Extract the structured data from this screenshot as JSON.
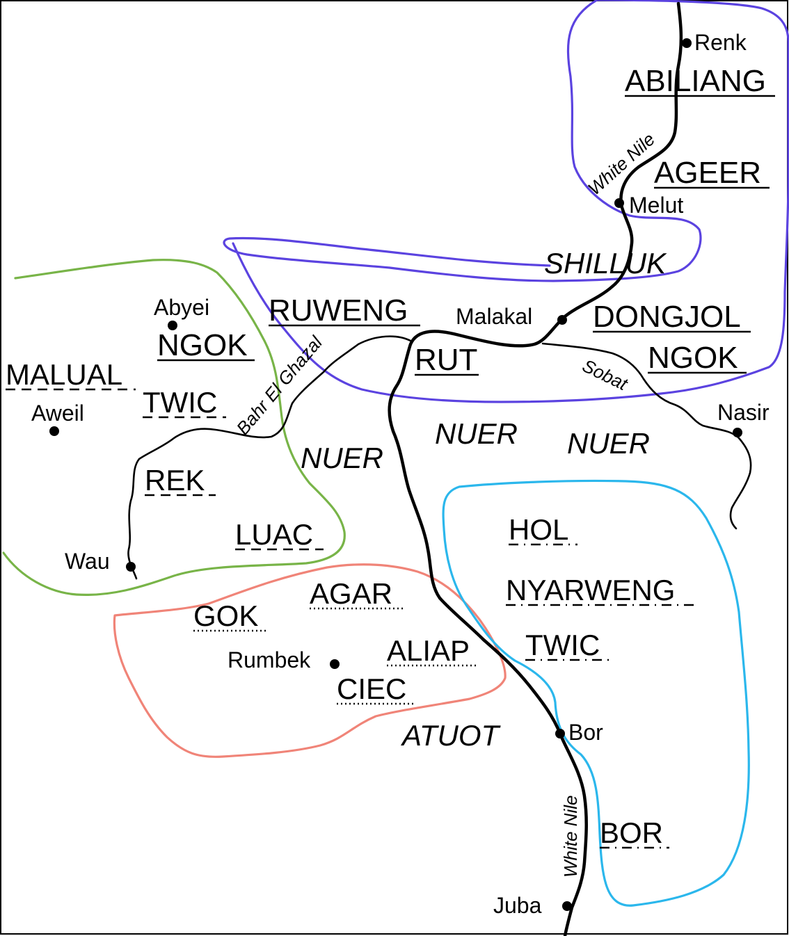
{
  "colors": {
    "purple_region": "#5b43e0",
    "green_region": "#78b448",
    "red_region": "#f08478",
    "cyan_region": "#2bb7ec",
    "rivers": "#000000"
  },
  "towns": {
    "renk": "Renk",
    "melut": "Melut",
    "malakal": "Malakal",
    "abyei": "Abyei",
    "aweil": "Aweil",
    "nasir": "Nasir",
    "wau": "Wau",
    "rumbek": "Rumbek",
    "bor": "Bor",
    "juba": "Juba"
  },
  "rivers": {
    "white_nile_north": "White Nile",
    "white_nile_south": "White Nile",
    "bahr_el_ghazal": "Bahr El Ghazal",
    "sobat": "Sobat"
  },
  "groups": {
    "abiliang": "ABILIANG",
    "ageer": "AGEER",
    "shilluk": "SHILLUK",
    "ruweng": "RUWENG",
    "dongjol": "DONGJOL",
    "ngok_east": "NGOK",
    "rut": "RUT",
    "ngok_west": "NGOK",
    "malual": "MALUAL",
    "twic_west": "TWIC",
    "rek": "REK",
    "luac": "LUAC",
    "nuer_west": "NUER",
    "nuer_center": "NUER",
    "nuer_east": "NUER",
    "hol": "HOL",
    "nyarweng": "NYARWENG",
    "twic_east": "TWIC",
    "bor": "BOR",
    "gok": "GOK",
    "agar": "AGAR",
    "aliap": "ALIAP",
    "ciec": "CIEC",
    "atuot": "ATUOT"
  }
}
